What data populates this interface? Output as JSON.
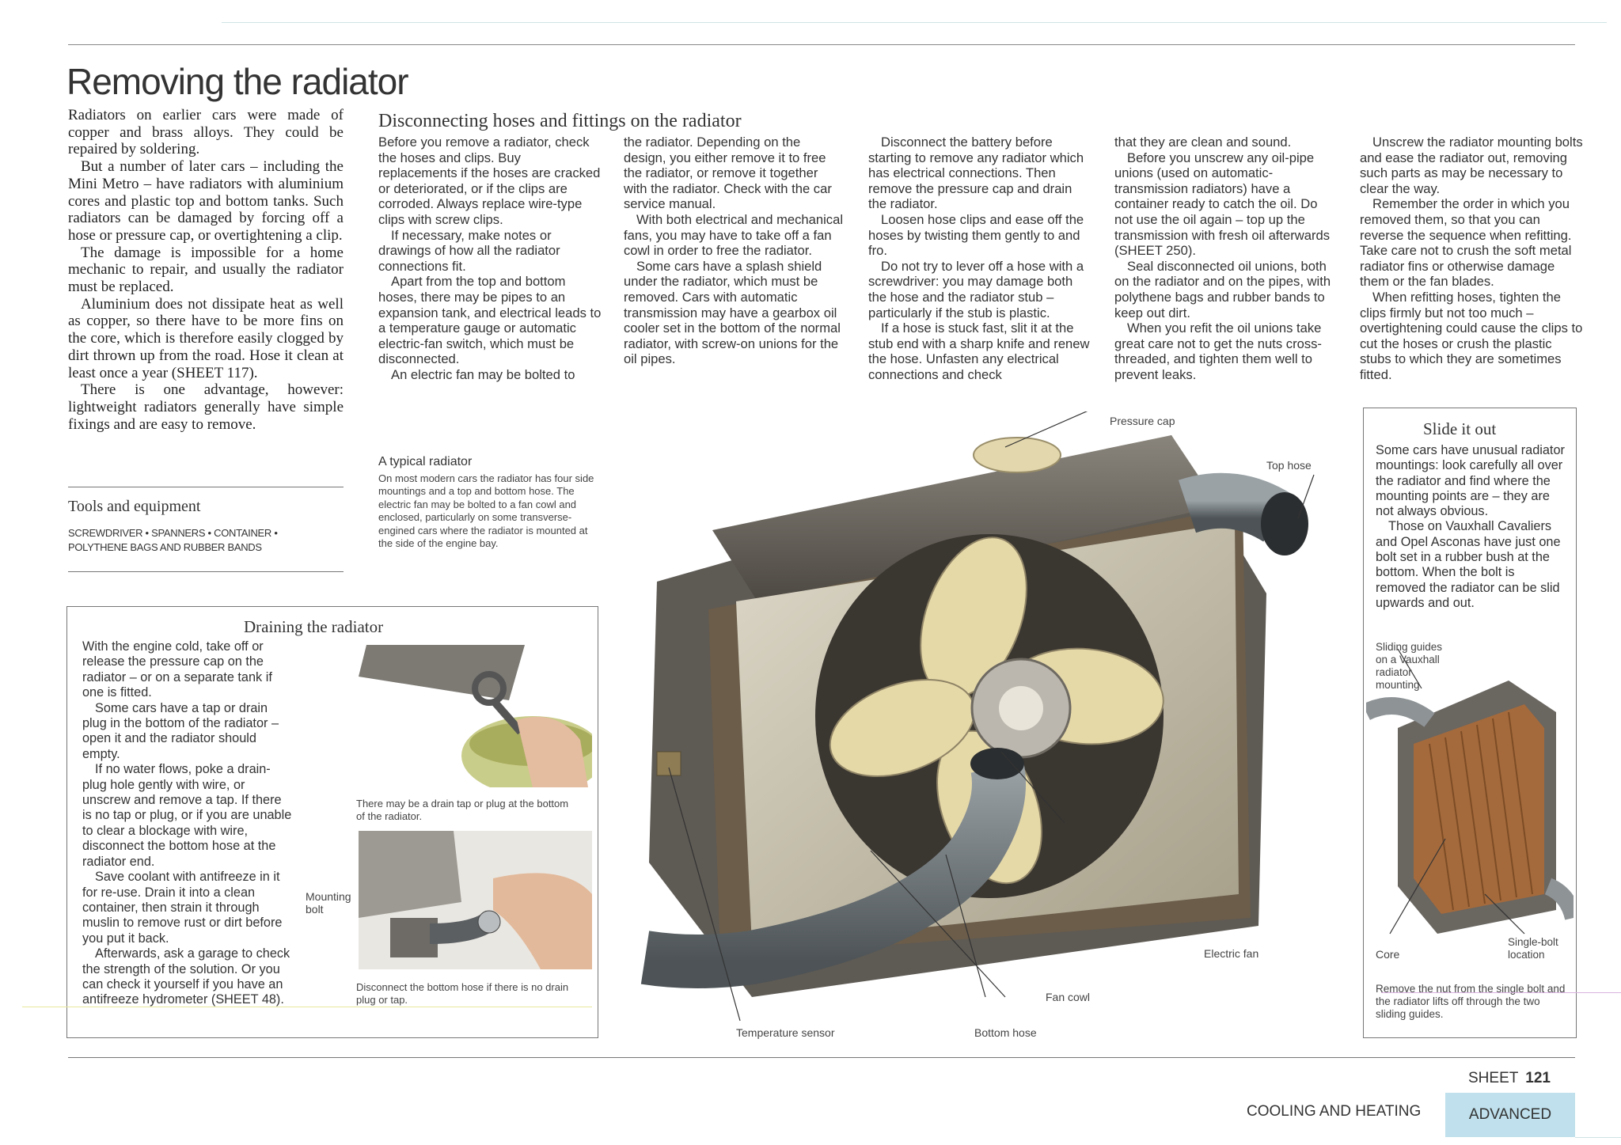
{
  "page_title": "Removing the radiator",
  "intro": [
    "Radiators on earlier cars were made of copper and brass alloys. They could be repaired by soldering.",
    "But a number of later cars – including the Mini Metro – have radiators with aluminium cores and plastic top and bottom tanks. Such radiators can be damaged by forcing off a hose or pressure cap, or overtightening a clip.",
    "The damage is impossible for a home mechanic to repair, and usually the radiator must be replaced.",
    "Aluminium does not dissipate heat as well as copper, so there have to be more fins on the core, which is therefore easily clogged by dirt thrown up from the road. Hose it clean at least once a year (SHEET 117).",
    "There is one advantage, however: lightweight radiators generally have simple fixings and are easy to remove."
  ],
  "tools": {
    "heading": "Tools and equipment",
    "line1": "SCREWDRIVER  •  SPANNERS  •  CONTAINER  •",
    "line2": "POLYTHENE BAGS AND RUBBER BANDS"
  },
  "disconnecting": {
    "heading": "Disconnecting hoses and fittings on the radiator",
    "col1": [
      "Before you remove a radiator, check the hoses and clips. Buy replacements if the hoses are cracked or deteriorated, or if the clips are corroded. Always replace wire-type clips with screw clips.",
      "If necessary, make notes or drawings of how all the radiator connections fit.",
      "Apart from the top and bottom hoses, there may be pipes to an expansion tank, and electrical leads to a temperature gauge or automatic electric-fan switch, which must be disconnected.",
      "An electric fan may be bolted to"
    ],
    "col2": [
      "the radiator. Depending on the design, you either remove it to free the radiator, or remove it together with the radiator. Check with the car service manual.",
      "With both electrical and mechanical fans, you may have to take off a fan cowl in order to free the radiator.",
      "Some cars have a splash shield under the radiator, which must be removed. Cars with automatic transmission may have a gearbox oil cooler set in the bottom of the normal radiator, with screw-on unions for the oil pipes."
    ],
    "col3": [
      "Disconnect the battery before starting to remove any radiator which has electrical connections. Then remove the pressure cap and drain the radiator.",
      "Loosen hose clips and ease off the hoses by twisting them gently to and fro.",
      "Do not try to lever off a hose with a screwdriver: you may damage both the hose and the radiator stub – particularly if the stub is plastic.",
      "If a hose is stuck fast, slit it at the stub end with a sharp knife and renew the hose. Unfasten any electrical connections and check"
    ],
    "col4": [
      "that they are clean and sound.",
      "Before you unscrew any oil-pipe unions (used on automatic-transmission radiators) have a container ready to catch the oil. Do not use the oil again – top up the transmission with fresh oil afterwards (SHEET 250).",
      "Seal disconnected oil unions, both on the radiator and on the pipes, with polythene bags and rubber bands to keep out dirt.",
      "When you refit the oil unions take great care not to get the nuts cross-threaded, and tighten them well to prevent leaks."
    ],
    "col5": [
      "Unscrew the radiator mounting bolts and ease the radiator out, removing such parts as may be necessary to clear the way.",
      "Remember the order in which you removed them, so that you can reverse the sequence when refitting. Take care not to crush the soft metal radiator fins or otherwise damage them or the fan blades.",
      "When refitting hoses, tighten the clips firmly but not too much – overtightening could cause the clips to cut the hoses or crush the plastic stubs to which they are sometimes fitted."
    ]
  },
  "typical": {
    "heading": "A typical radiator",
    "text": "On most modern cars the radiator has four side mountings and a top and bottom hose. The electric fan may be bolted to a fan cowl and enclosed, particularly on some transverse-engined cars where the radiator is mounted at the side of the engine bay."
  },
  "diagram_labels": {
    "pressure_cap": "Pressure cap",
    "top_hose": "Top hose",
    "electric_fan": "Electric fan",
    "fan_cowl": "Fan cowl",
    "temperature_sensor": "Temperature sensor",
    "bottom_hose": "Bottom hose"
  },
  "draining": {
    "heading": "Draining the radiator",
    "paragraphs": [
      "With the engine cold, take off or release the pressure cap on the radiator – or on a separate tank if one is fitted.",
      "Some cars have a tap or drain plug in the bottom of the radiator – open it and the radiator should empty.",
      "If no water flows, poke a drain-plug hole gently with wire, or unscrew and remove a tap. If there is no tap or plug, or if you are unable to clear a blockage with wire, disconnect the bottom hose at the radiator end.",
      "Save coolant with antifreeze in it for re-use. Drain it into a clean container, then strain it through muslin to remove rust or dirt before you put it back.",
      "Afterwards, ask a garage to check the strength of the solution. Or you can check it yourself if you have an antifreeze hydrometer (SHEET 48)."
    ],
    "caption1": "There may be a drain tap or plug at the bottom of the radiator.",
    "mounting_bolt": "Mounting bolt",
    "caption2": "Disconnect the bottom hose if there is no drain plug or tap."
  },
  "slide": {
    "heading": "Slide it out",
    "paragraphs": [
      "Some cars have unusual radiator mountings: look carefully all over the radiator and find where the mounting points are – they are not always obvious.",
      "Those on Vauxhall Cavaliers and Opel Asconas have just one bolt set in a rubber bush at the bottom. When the bolt is removed the radiator can be slid upwards and out."
    ],
    "sliding_guides": "Sliding guides on a Vauxhall radiator mounting",
    "core": "Core",
    "single_bolt": "Single-bolt location",
    "caption": "Remove the nut from the single bolt and the radiator lifts off through the two sliding guides."
  },
  "footer": {
    "sheet_label": "SHEET",
    "sheet_number": "121",
    "section": "COOLING AND HEATING",
    "level": "ADVANCED"
  }
}
